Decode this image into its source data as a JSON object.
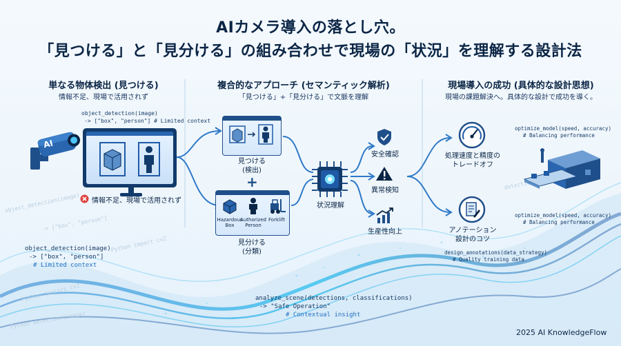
{
  "title": {
    "line1": "AIカメラ導入の落とし穴。",
    "line2": "「見つける」と「見分ける」の組み合わせで現場の「状況」を理解する設計法"
  },
  "col1": {
    "heading": "単なる物体検出 (見つける)",
    "sub": "情報不足、現場で活用されず",
    "code1": "object_detection(image)",
    "code2": "-> [\"box\", \"person\"] # Limited context",
    "camera_text": "AI",
    "warning": "情報不足、現場で活用されず"
  },
  "col2": {
    "heading": "複合的なアプローチ (セマンティック解析)",
    "sub": "「見つける」+「見分ける」で文脈を理解",
    "find_label": "見つける\n(検出)",
    "plus": "+",
    "classify_label": "見分ける\n(分類)",
    "item_box": "Hazardous\nBox",
    "item_person": "Authorized\nPerson",
    "item_forklift": "Forklift",
    "chip_label": "状況理解",
    "out1": "安全確認",
    "out2": "異常検知",
    "out3": "生産性向上"
  },
  "col3": {
    "heading": "現場導入の成功 (具体的な設計思想)",
    "sub": "現場の課題解決へ。具体的な設計で成功を導く。",
    "speed_label": "処理速度と精度の\nトレードオフ",
    "anno_label": "アノテーション\n設計のコツ",
    "code_top1": "optimize_model(speed, accuracy)",
    "code_top2": "# Balancing performance",
    "code_mid1": "optimize_model(speed, accuracy)",
    "code_mid2": "# Balancing performance",
    "code_bot1": "design_annotations(data_strategy)",
    "code_bot2": "# Quality training data"
  },
  "bottom": {
    "code_left1": "object_detection(image)",
    "code_left2": "-> [\"box\", \"person\"]",
    "code_left3": "# Limited context",
    "code_center1": "analyze_scene(detections, classifications)",
    "code_center2": "-> \"Safe Operation\"",
    "code_center3": "# Contextual insight",
    "credit": "2025 AI KnowledgeFlow"
  },
  "colors": {
    "navy": "#0b2545",
    "accent": "#1f5aa6",
    "cyan": "#32b4ee",
    "warn": "#e0413c"
  }
}
